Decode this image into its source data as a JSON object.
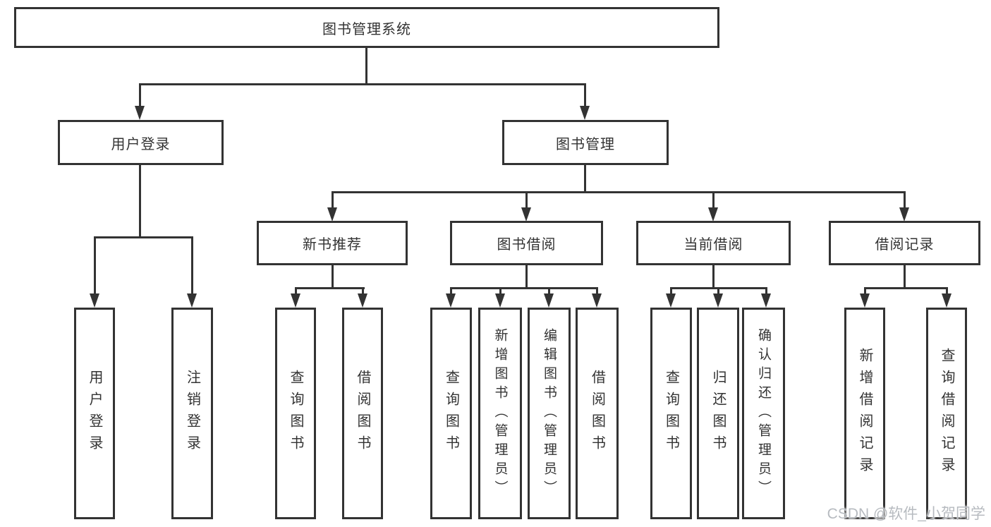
{
  "diagram_title": "图书管理系统",
  "tree": {
    "label": "图书管理系统",
    "children": [
      {
        "label": "用户登录",
        "children": [
          {
            "label": "用户登录"
          },
          {
            "label": "注销登录"
          }
        ]
      },
      {
        "label": "图书管理",
        "children": [
          {
            "label": "新书推荐",
            "children": [
              {
                "label": "查询图书"
              },
              {
                "label": "借阅图书"
              }
            ]
          },
          {
            "label": "图书借阅",
            "children": [
              {
                "label": "查询图书"
              },
              {
                "label": "新增图书（管理员）"
              },
              {
                "label": "编辑图书（管理员）"
              },
              {
                "label": "借阅图书"
              }
            ]
          },
          {
            "label": "当前借阅",
            "children": [
              {
                "label": "查询图书"
              },
              {
                "label": "归还图书"
              },
              {
                "label": "确认归还（管理员）"
              }
            ]
          },
          {
            "label": "借阅记录",
            "children": [
              {
                "label": "新增借阅记录"
              },
              {
                "label": "查询借阅记录"
              }
            ]
          }
        ]
      }
    ]
  },
  "watermark": "CSDN @软件_小贺同学",
  "colors": {
    "line": "#333333",
    "text": "#333333",
    "watermark": "#b7bbc0",
    "background": "#ffffff"
  }
}
